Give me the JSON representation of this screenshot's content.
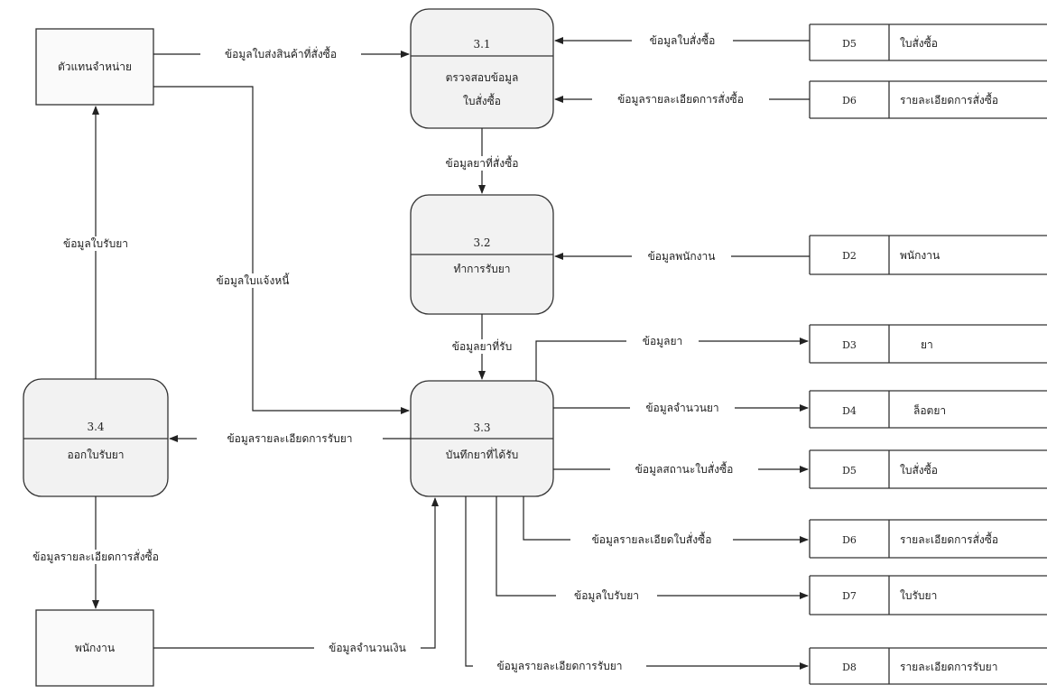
{
  "external_entities": [
    {
      "id": "supplier",
      "label": "ตัวแทนจำหน่าย"
    },
    {
      "id": "staff",
      "label": "พนักงาน"
    }
  ],
  "processes": [
    {
      "id": "p31",
      "number": "3.1",
      "lines": [
        "ตรวจสอบข้อมูล",
        "ใบสั่งซื้อ"
      ]
    },
    {
      "id": "p32",
      "number": "3.2",
      "lines": [
        "ทำการรับยา"
      ]
    },
    {
      "id": "p33",
      "number": "3.3",
      "lines": [
        "บันทึกยาที่ได้รับ"
      ]
    },
    {
      "id": "p34",
      "number": "3.4",
      "lines": [
        "ออกใบรับยา"
      ]
    }
  ],
  "data_stores": [
    {
      "id": "D5a",
      "code": "D5",
      "name": "ใบสั่งซื้อ"
    },
    {
      "id": "D6a",
      "code": "D6",
      "name": "รายละเอียดการสั่งซื้อ"
    },
    {
      "id": "D2",
      "code": "D2",
      "name": "พนักงาน"
    },
    {
      "id": "D3",
      "code": "D3",
      "name": "ยา"
    },
    {
      "id": "D4",
      "code": "D4",
      "name": "ล็อตยา"
    },
    {
      "id": "D5b",
      "code": "D5",
      "name": "ใบสั่งซื้อ"
    },
    {
      "id": "D6b",
      "code": "D6",
      "name": "รายละเอียดการสั่งซื้อ"
    },
    {
      "id": "D7",
      "code": "D7",
      "name": "ใบรับยา"
    },
    {
      "id": "D8",
      "code": "D8",
      "name": "รายละเอียดการรับยา"
    }
  ],
  "flows": [
    {
      "id": "f1",
      "label": "ข้อมูลใบส่งสินค้าที่สั่งซื้อ"
    },
    {
      "id": "f2",
      "label": "ข้อมูลใบสั่งซื้อ"
    },
    {
      "id": "f3",
      "label": "ข้อมูลรายละเอียดการสั่งซื้อ"
    },
    {
      "id": "f4",
      "label": "ข้อมูลยาที่สั่งซื้อ"
    },
    {
      "id": "f5",
      "label": "ข้อมูลพนักงาน"
    },
    {
      "id": "f6",
      "label": "ข้อมูลยาที่รับ"
    },
    {
      "id": "f7",
      "label": "ข้อมูลใบแจ้งหนี้"
    },
    {
      "id": "f8",
      "label": "ข้อมูลใบรับยา"
    },
    {
      "id": "f9",
      "label": "ข้อมูลยา"
    },
    {
      "id": "f10",
      "label": "ข้อมูลจำนวนยา"
    },
    {
      "id": "f11",
      "label": "ข้อมูลรายละเอียดการรับยา"
    },
    {
      "id": "f12",
      "label": "ข้อมูลสถานะใบสั่งซื้อ"
    },
    {
      "id": "f13",
      "label": "ข้อมูลรายละเอียดการสั่งซื้อ"
    },
    {
      "id": "f14",
      "label": "ข้อมูลรายละเอียดใบสั่งซื้อ"
    },
    {
      "id": "f15",
      "label": "ข้อมูลใบรับยา"
    },
    {
      "id": "f16",
      "label": "ข้อมูลจำนวนเงิน"
    },
    {
      "id": "f17",
      "label": "ข้อมูลรายละเอียดการรับยา"
    }
  ]
}
